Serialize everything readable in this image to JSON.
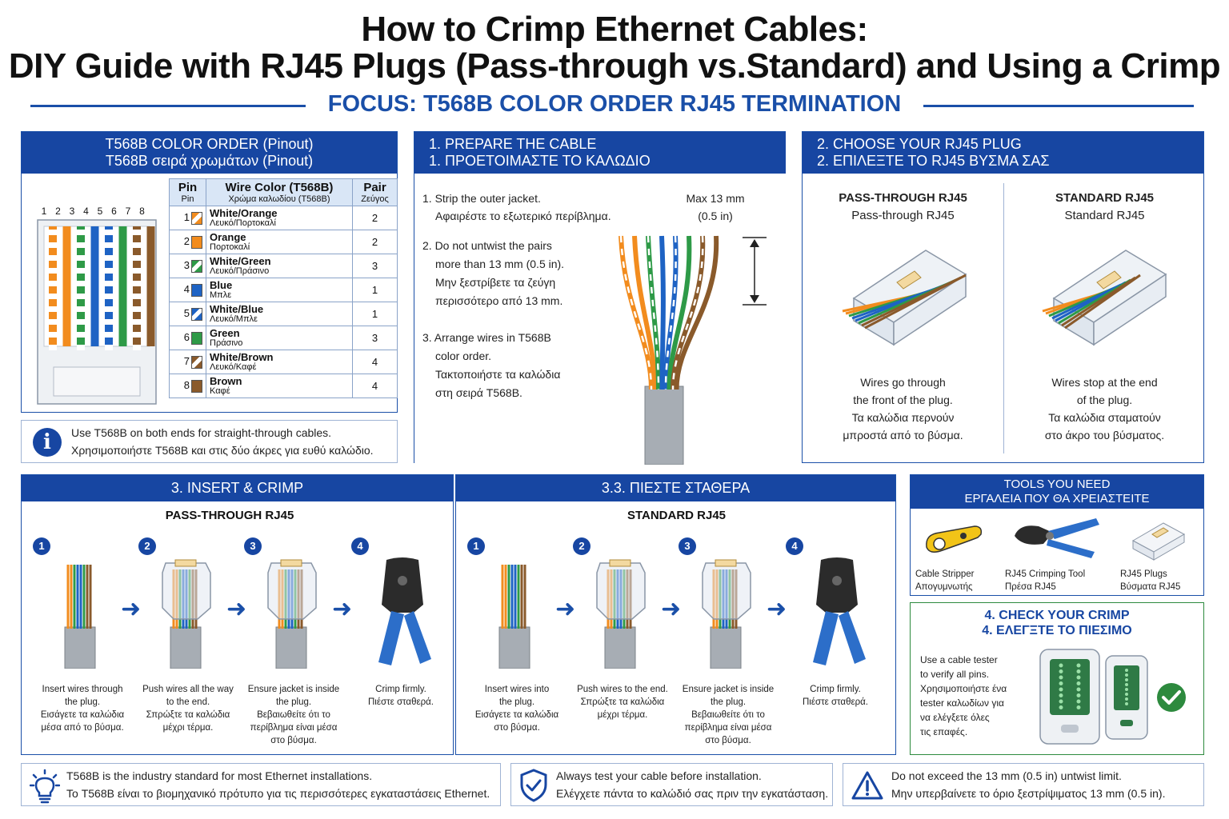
{
  "title_line1": "How to Crimp Ethernet Cables:",
  "title_line2": "DIY Guide with RJ45 Plugs (Pass-through vs.Standard) and Using a Crimp",
  "focus": "FOCUS: T568B COLOR ORDER RJ45 TERMINATION",
  "pinout": {
    "head1": "T568B COLOR ORDER (Pinout)",
    "head2": "T568B σειρά χρωμάτων (Pinout)",
    "pin_numbers": [
      "1",
      "2",
      "3",
      "4",
      "5",
      "6",
      "7",
      "8"
    ],
    "col_pin": "Pin",
    "col_pin_gr": "Pin",
    "col_wire": "Wire Color (T568B)",
    "col_wire_gr": "Χρώμα καλωδίου (T568B)",
    "col_pair": "Pair",
    "col_pair_gr": "Ζεύγος",
    "rows": [
      {
        "pin": "1",
        "name": "White/Orange",
        "gr": "Λευκό/Πορτοκαλί",
        "pair": "2",
        "c1": "#f28c1e",
        "c2": "#ffffff"
      },
      {
        "pin": "2",
        "name": "Orange",
        "gr": "Πορτοκαλί",
        "pair": "2",
        "c1": "#f28c1e",
        "c2": "#f28c1e"
      },
      {
        "pin": "3",
        "name": "White/Green",
        "gr": "Λευκό/Πράσινο",
        "pair": "3",
        "c1": "#2e9a47",
        "c2": "#ffffff"
      },
      {
        "pin": "4",
        "name": "Blue",
        "gr": "Μπλε",
        "pair": "1",
        "c1": "#1e63c4",
        "c2": "#1e63c4"
      },
      {
        "pin": "5",
        "name": "White/Blue",
        "gr": "Λευκό/Μπλε",
        "pair": "1",
        "c1": "#1e63c4",
        "c2": "#ffffff"
      },
      {
        "pin": "6",
        "name": "Green",
        "gr": "Πράσινο",
        "pair": "3",
        "c1": "#2e9a47",
        "c2": "#2e9a47"
      },
      {
        "pin": "7",
        "name": "White/Brown",
        "gr": "Λευκό/Καφέ",
        "pair": "4",
        "c1": "#8a5a2b",
        "c2": "#ffffff"
      },
      {
        "pin": "8",
        "name": "Brown",
        "gr": "Καφέ",
        "pair": "4",
        "c1": "#8a5a2b",
        "c2": "#8a5a2b"
      }
    ],
    "note_en": "Use T568B on both ends for straight-through cables.",
    "note_gr": "Χρησιμοποιήστε T568B και στις δύο άκρες για ευθύ καλώδιο."
  },
  "prepare": {
    "head1": "1. PREPARE THE CABLE",
    "head2": "1. ΠΡΟΕΤΟΙΜΑΣΤΕ ΤΟ ΚΑΛΩΔΙΟ",
    "s1_en": "1. Strip the outer jacket.",
    "s1_gr": "Αφαιρέστε το εξωτερικό περίβλημα.",
    "s2_en1": "2. Do not untwist the pairs",
    "s2_en2": "more than 13 mm (0.5 in).",
    "s2_gr1": "Μην ξεστρίβετε τα ζεύγη",
    "s2_gr2": "περισσότερο από 13 mm.",
    "s3_en1": "3. Arrange wires in T568B",
    "s3_en2": "color order.",
    "s3_gr1": "Τακτοποιήστε τα καλώδια",
    "s3_gr2": "στη σειρά T568B.",
    "max1": "Max 13 mm",
    "max2": "(0.5 in)"
  },
  "choose": {
    "head1": "2. CHOOSE YOUR RJ45 PLUG",
    "head2": "2. ΕΠΙΛΕΞΤΕ ΤΟ RJ45 ΒΥΣΜΑ ΣΑΣ",
    "pt_title": "PASS-THROUGH RJ45",
    "pt_sub": "Pass-through RJ45",
    "pt_d1": "Wires go through",
    "pt_d2": "the front of the plug.",
    "pt_d3": "Τα καλώδια περνούν",
    "pt_d4": "μπροστά από το βύσμα.",
    "st_title": "STANDARD RJ45",
    "st_sub": "Standard RJ45",
    "st_d1": "Wires stop at the end",
    "st_d2": "of the plug.",
    "st_d3": "Τα καλώδια σταματούν",
    "st_d4": "στο άκρο του βύσματος."
  },
  "insert_pt": {
    "head": "3. INSERT & CRIMP",
    "sub": "PASS-THROUGH RJ45",
    "steps": [
      {
        "n": "1",
        "l1": "Insert wires through",
        "l2": "the plug.",
        "l3": "Εισάγετε τα καλώδια",
        "l4": "μέσα από το βύσμα.",
        "l5": ""
      },
      {
        "n": "2",
        "l1": "Push wires all the way",
        "l2": "to the end.",
        "l3": "Σπρώξτε τα καλώδια",
        "l4": "μέχρι τέρμα.",
        "l5": ""
      },
      {
        "n": "3",
        "l1": "Ensure jacket is inside",
        "l2": "the plug.",
        "l3": "Βεβαιωθείτε ότι το",
        "l4": "περίβλημα είναι μέσα",
        "l5": "στο βύσμα."
      },
      {
        "n": "4",
        "l1": "Crimp firmly.",
        "l2": "Πιέστε σταθερά.",
        "l3": "",
        "l4": "",
        "l5": ""
      }
    ]
  },
  "insert_st": {
    "head": "3.3. ΠΙΕΣΤΕ ΣΤΑΘΕΡΑ",
    "sub": "STANDARD RJ45",
    "steps": [
      {
        "n": "1",
        "l1": "Insert wires into",
        "l2": "the plug.",
        "l3": "Εισάγετε τα καλώδια",
        "l4": "στο βύσμα.",
        "l5": ""
      },
      {
        "n": "2",
        "l1": "Push wires to the end.",
        "l2": "Σπρώξτε τα καλώδια",
        "l3": "μέχρι τέρμα.",
        "l4": "",
        "l5": ""
      },
      {
        "n": "3",
        "l1": "Ensure jacket is inside",
        "l2": "the plug.",
        "l3": "Βεβαιωθείτε ότι το",
        "l4": "περίβλημα είναι μέσα",
        "l5": "στο βύσμα."
      },
      {
        "n": "4",
        "l1": "Crimp firmly.",
        "l2": "Πιέστε σταθερά.",
        "l3": "",
        "l4": "",
        "l5": ""
      }
    ]
  },
  "tools": {
    "head1": "TOOLS YOU NEED",
    "head2": "ΕΡΓΑΛΕΙΑ ΠΟΥ ΘΑ ΧΡΕΙΑΣΤΕΙΤΕ",
    "t1_en": "Cable Stripper",
    "t1_gr": "Απογυμνωτής",
    "t2_en": "RJ45 Crimping Tool",
    "t2_gr": "Πρέσα RJ45",
    "t3_en": "RJ45 Plugs",
    "t3_gr": "Βύσματα RJ45"
  },
  "check": {
    "head1": "4. CHECK YOUR CRIMP",
    "head2": "4. ΕΛΕΓΞΤΕ ΤΟ ΠΙΕΣΙΜΟ",
    "l1": "Use a cable tester",
    "l2": "to verify all pins.",
    "l3": "Χρησιμοποιήστε ένα",
    "l4": "tester καλωδίων για",
    "l5": "να ελέγξετε όλες",
    "l6": "τις επαφές."
  },
  "footer": {
    "f1_en": "T568B is the industry standard for most Ethernet installations.",
    "f1_gr": "Το T568B είναι το βιομηχανικό πρότυπο για τις περισσότερες εγκαταστάσεις Ethernet.",
    "f2_en": "Always test your cable before installation.",
    "f2_gr": "Ελέγχετε πάντα το καλώδιό σας πριν την εγκατάσταση.",
    "f3_en": "Do not exceed the 13 mm (0.5 in) untwist limit.",
    "f3_gr": "Μην υπερβαίνετε το όριο ξεστρίψιματος 13 mm (0.5 in)."
  },
  "colors": {
    "accent": "#1746a2",
    "check_green": "#2d8a3e"
  }
}
